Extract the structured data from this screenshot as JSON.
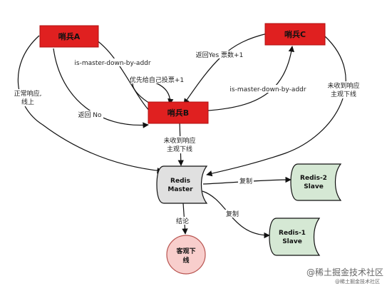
{
  "nodes": {
    "sentinel_a": "哨兵A",
    "sentinel_b": "哨兵B",
    "sentinel_c": "哨兵C",
    "master": [
      "Redis",
      "Master"
    ],
    "slave2": [
      "Redis-2",
      "Slave"
    ],
    "slave1": [
      "Redis-1",
      "Slave"
    ],
    "odown": [
      "客观下",
      "线"
    ]
  },
  "edge_labels": {
    "b_to_a_query": "is-master-down-by-addr",
    "vote_self": "优先给自己投票+1",
    "c_reply": "返回Yes 票数+1",
    "b_to_c_query": "is-master-down-by-addr",
    "a_normal": [
      "正常响应,",
      "线上"
    ],
    "a_reply_no": "返回 No",
    "c_no_response": [
      "未收到响应",
      "主观下线"
    ],
    "b_no_response": [
      "未收到响应",
      "主观下线"
    ],
    "replicate_2": "复制",
    "replicate_1": "复制",
    "conclusion": "结论"
  },
  "watermark": {
    "main": "@稀土掘金技术社区",
    "sub": "@稀土掘金技术社区"
  },
  "colors": {
    "sentinel_fill": "#e02020",
    "sentinel_stroke": "#b01010",
    "master_fill": "#e0e0e0",
    "slave_fill": "#d5e8d4",
    "slave_stroke": "#82b366",
    "odown_fill": "#f8cecc",
    "odown_stroke": "#b85450"
  }
}
